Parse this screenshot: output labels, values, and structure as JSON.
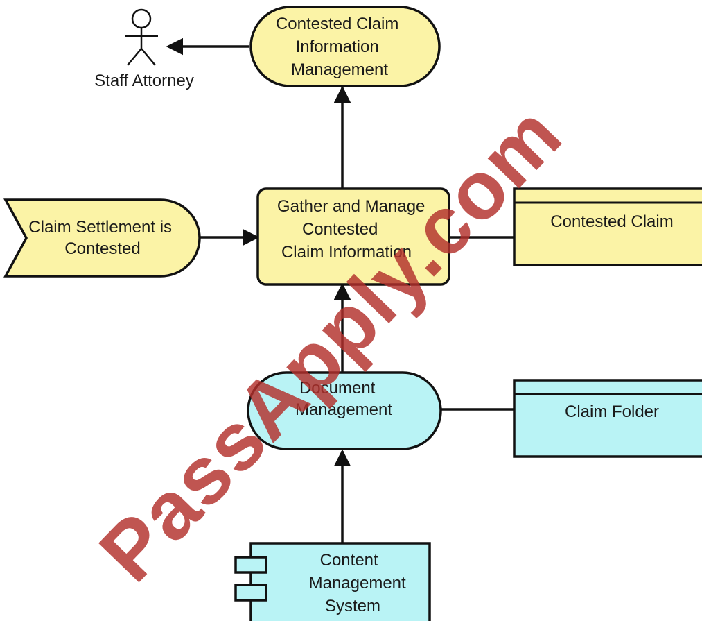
{
  "diagram": {
    "actor": {
      "label": "Staff Attorney"
    },
    "nodes": {
      "service": {
        "lines": [
          "Contested Claim",
          "Information",
          "Management"
        ]
      },
      "process": {
        "lines": [
          "Gather and Manage",
          "Contested",
          "Claim Information"
        ]
      },
      "event": {
        "lines": [
          "Claim Settlement is",
          "Contested"
        ]
      },
      "data_object": {
        "label": "Contested Claim"
      },
      "app_service": {
        "lines": [
          "Document",
          "Management"
        ]
      },
      "data_object_2": {
        "label": "Claim Folder"
      },
      "component": {
        "lines": [
          "Content",
          "Management",
          "System"
        ]
      }
    }
  },
  "watermark": "PassApply.com",
  "colors": {
    "business_fill": "#fbf3a6",
    "application_fill": "#b9f3f5",
    "stroke": "#111111",
    "watermark": "#b3302c"
  }
}
